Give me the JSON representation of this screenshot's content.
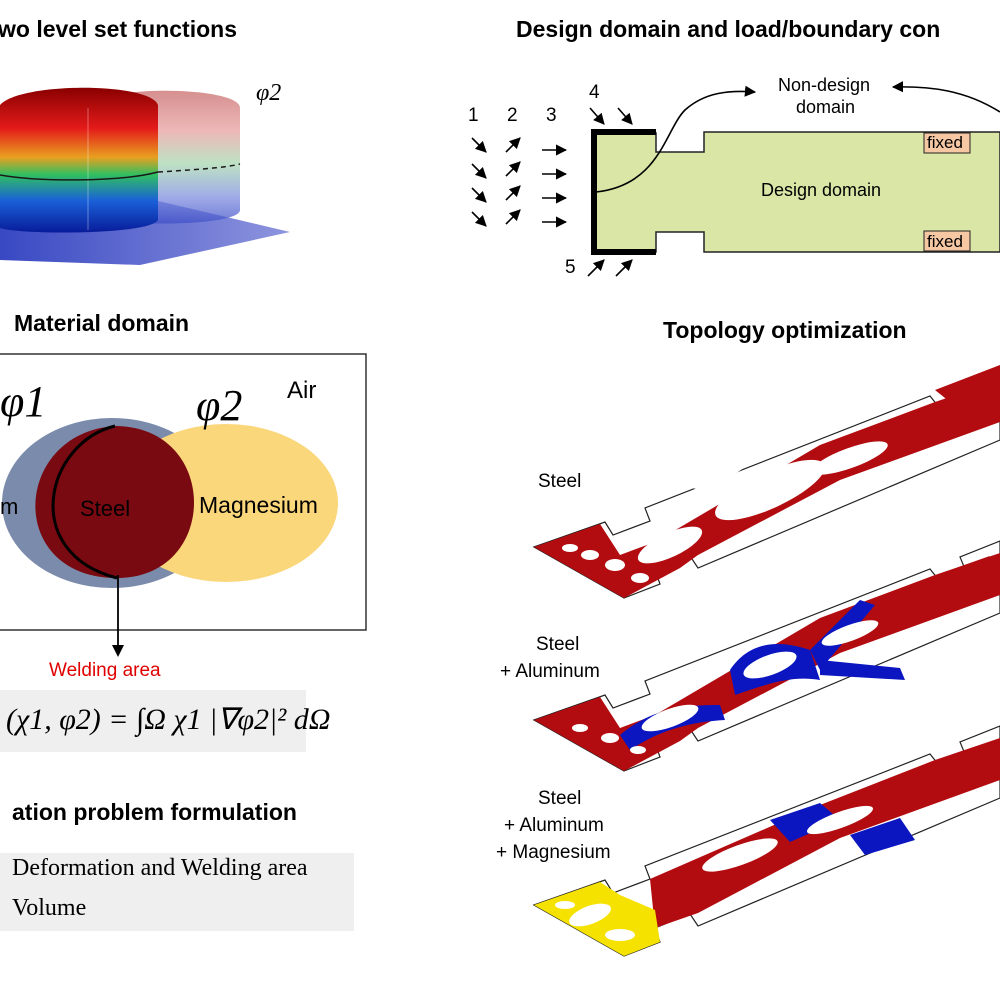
{
  "headings": {
    "level_set": "wo level set functions",
    "design_domain": "Design domain and load/boundary con",
    "material_domain": "Material domain",
    "topology": "Topology optimization",
    "formulation": "ation problem formulation"
  },
  "level_set": {
    "phi2": "φ2"
  },
  "design": {
    "load_numbers": [
      "1",
      "2",
      "3",
      "4",
      "5"
    ],
    "non_design_line1": "Non-design",
    "non_design_line2": "domain",
    "design_domain_label": "Design domain",
    "fixed_label": "fixed"
  },
  "material": {
    "phi1": "φ1",
    "phi2": "φ2",
    "air": "Air",
    "left_region": "m",
    "steel": "Steel",
    "magnesium": "Magnesium",
    "welding_area": "Welding area",
    "equation": "(χ1, φ2) = ∫Ω χ1 |∇φ2|² dΩ"
  },
  "topology": {
    "labels": [
      [
        "Steel"
      ],
      [
        "Steel",
        "+ Aluminum"
      ],
      [
        "Steel",
        "+ Aluminum",
        "+ Magnesium"
      ]
    ]
  },
  "formulation": {
    "line1": "Deformation and Welding area",
    "line2": "Volume"
  },
  "colors": {
    "steel": "#b30c10",
    "steel_dark": "#7a0a12",
    "aluminum": "#0b16c0",
    "magnesium": "#f5e200",
    "al_region": "#7b8bab",
    "mg_region": "#fbd77c",
    "design_fill": "#d9e6a6",
    "fixed_fill": "#f6c7a3"
  }
}
